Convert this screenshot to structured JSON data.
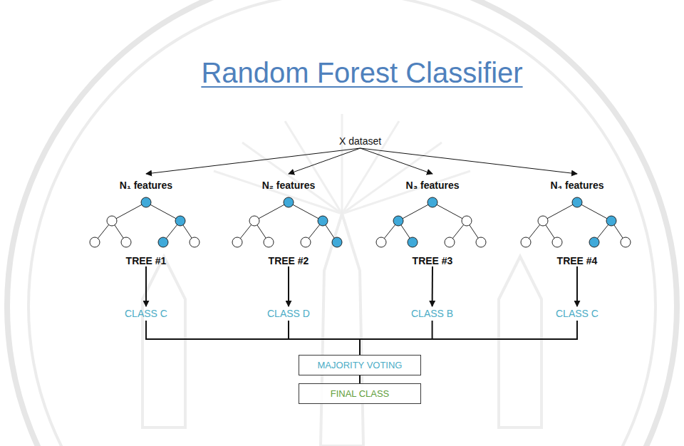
{
  "diagram": {
    "title": "Random Forest Classifier",
    "nodes": [
      {
        "text": [
          "X dataset"
        ]
      },
      {
        "text": [
          "N₁ features",
          "TREE #1"
        ]
      },
      {
        "text": [
          "N₂ features",
          "TREE #2"
        ]
      },
      {
        "text": [
          "N₃ features",
          "TREE #3"
        ]
      },
      {
        "text": [
          "N₄ features",
          "TREE #4"
        ]
      },
      {
        "text": [
          "CLASS C"
        ]
      },
      {
        "text": [
          "CLASS D"
        ]
      },
      {
        "text": [
          "CLASS B"
        ]
      },
      {
        "text": [
          "CLASS C"
        ]
      },
      {
        "text": [
          "MAJORITY VOTING"
        ]
      },
      {
        "text": [
          "FINAL CLASS"
        ]
      }
    ],
    "edges": [
      {
        "from": 0,
        "to": 1,
        "arrow": "to"
      },
      {
        "from": 0,
        "to": 2,
        "arrow": "to"
      },
      {
        "from": 0,
        "to": 3,
        "arrow": "to"
      },
      {
        "from": 0,
        "to": 4,
        "arrow": "to"
      },
      {
        "from": 1,
        "to": 5,
        "arrow": "to"
      },
      {
        "from": 2,
        "to": 6,
        "arrow": "to"
      },
      {
        "from": 3,
        "to": 7,
        "arrow": "to"
      },
      {
        "from": 4,
        "to": 8,
        "arrow": "to"
      },
      {
        "from": 5,
        "to": 9,
        "arrow": "none"
      },
      {
        "from": 6,
        "to": 9,
        "arrow": "none"
      },
      {
        "from": 7,
        "to": 9,
        "arrow": "none"
      },
      {
        "from": 8,
        "to": 9,
        "arrow": "none"
      },
      {
        "from": 9,
        "to": 10,
        "arrow": "none"
      }
    ]
  }
}
